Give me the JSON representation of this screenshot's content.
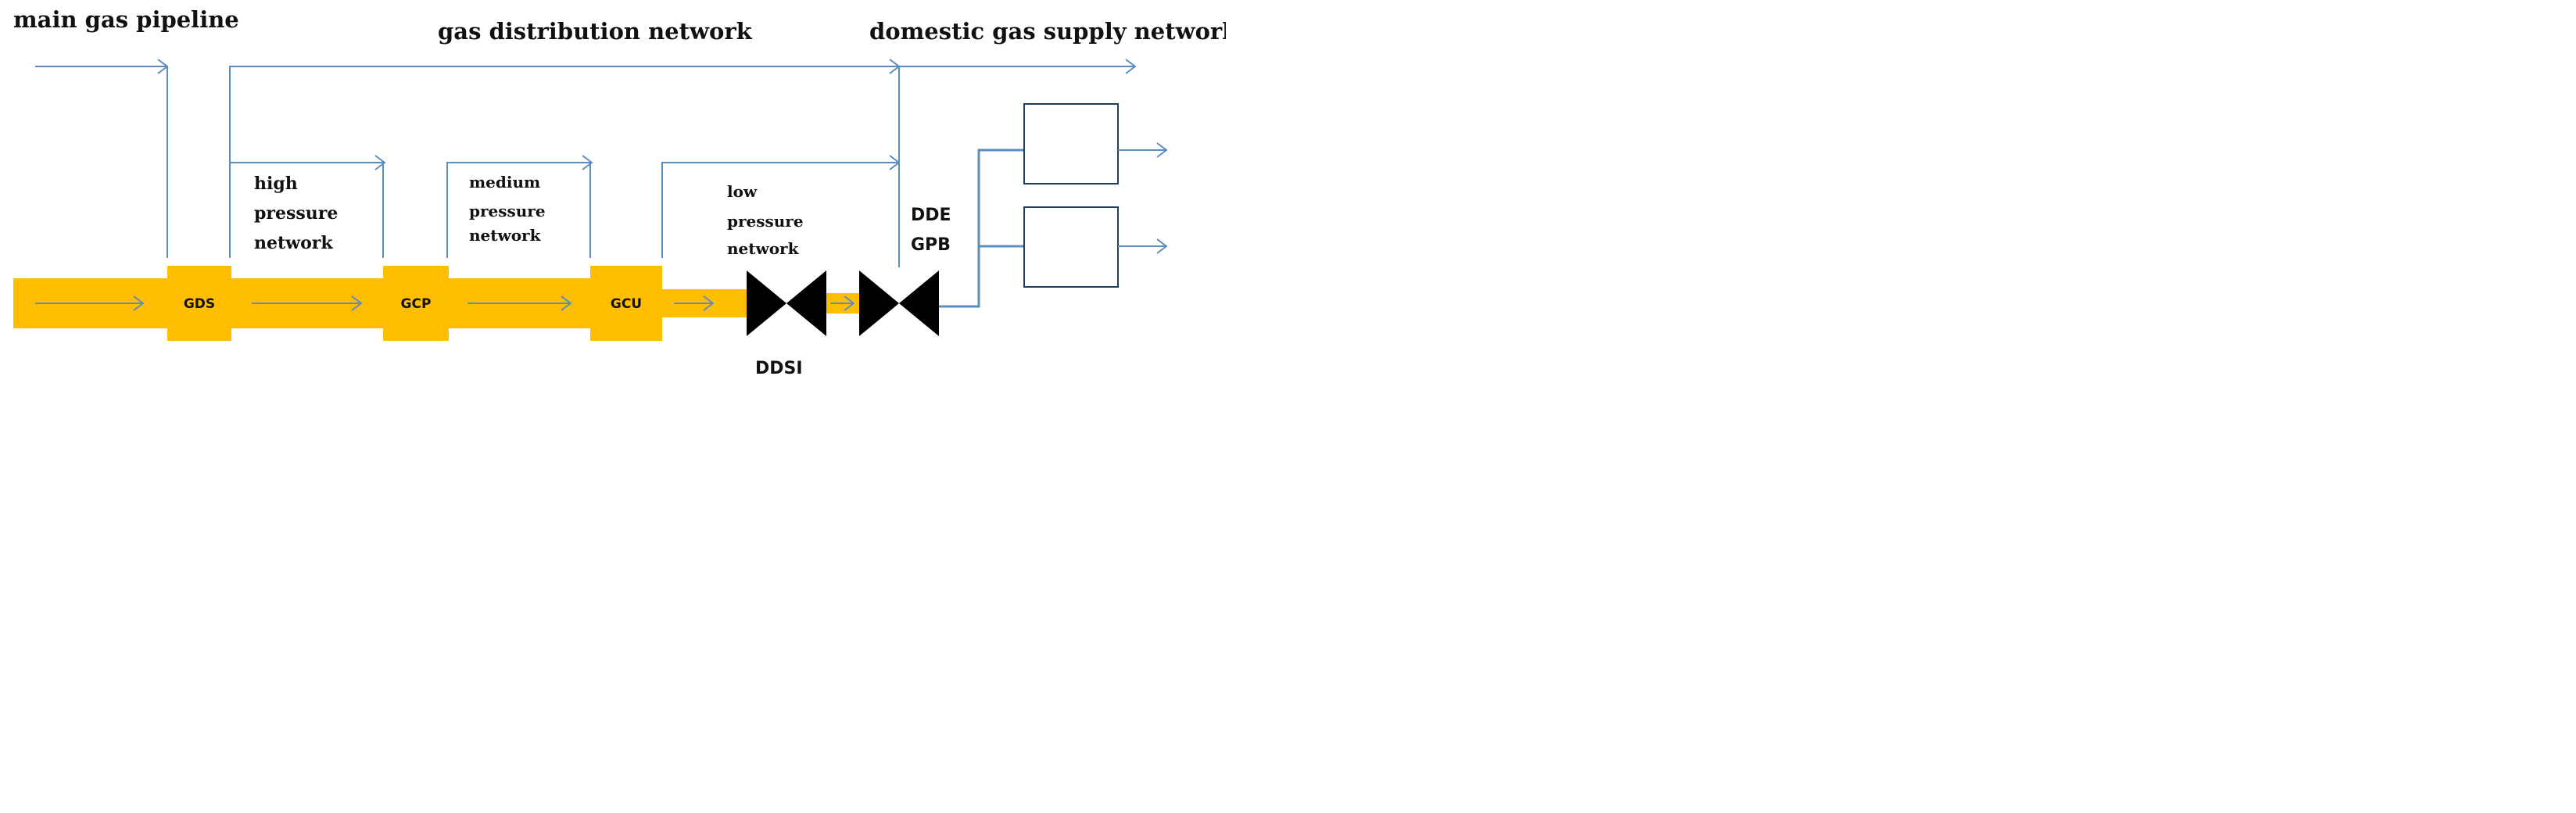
{
  "colors": {
    "pipe": "#FFBE00",
    "line": "#5B8DC0",
    "valve": "#000000",
    "box_stroke": "#1F3D5E"
  },
  "labels": {
    "main_gas_pipeline": "main gas pipeline",
    "gas_distribution_network": "gas distribution network",
    "domestic_gas_supply_network": "domestic gas supply network",
    "high_pressure_network": [
      "high",
      "pressure",
      "network"
    ],
    "medium_pressure_network": [
      "medium",
      "pressure",
      "network"
    ],
    "low_pressure_network": [
      "low",
      "pressure",
      "network"
    ],
    "dde_gpb": [
      "DDE",
      "GPB"
    ],
    "ddsi": "DDSI"
  },
  "stations": {
    "gds": "GDS",
    "gcp": "GCP",
    "gcu": "GCU"
  },
  "icons": {
    "valve_1": "valve-icon",
    "valve_2": "valve-icon",
    "consumer_box_1": "consumer-box",
    "consumer_box_2": "consumer-box"
  }
}
